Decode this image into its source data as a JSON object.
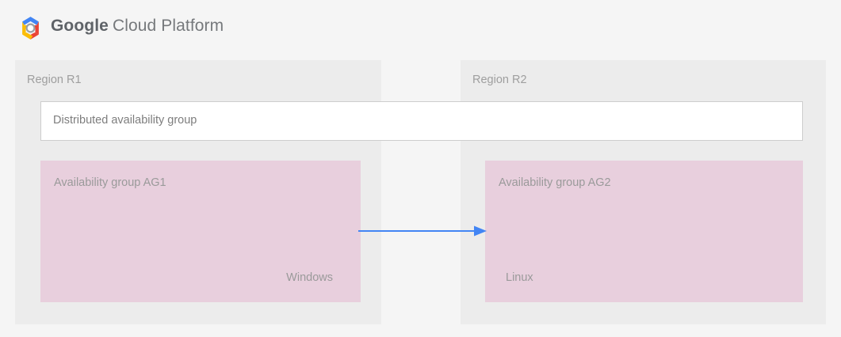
{
  "header": {
    "logo_icon": "google-cloud-platform-hexagon-logo",
    "brand_primary": "Google",
    "brand_secondary": "Cloud Platform",
    "brand_primary_color": "#5f6368",
    "brand_secondary_color": "#76797c",
    "logo_colors": {
      "top": "#4285f4",
      "right": "#ea4335",
      "left": "#fbbc05",
      "bottom_left": "#34a853",
      "center": "#ffffff",
      "center_ring": "#9aa0a6"
    }
  },
  "diagram": {
    "background_color": "#f5f5f5",
    "regions": [
      {
        "id": "r1",
        "label": "Region R1",
        "background_color": "#ececec",
        "availability_group": {
          "title": "Availability group AG1",
          "os_label": "Windows",
          "background_color": "#e8cfdd",
          "text_color": "#9a9a9a"
        }
      },
      {
        "id": "r2",
        "label": "Region R2",
        "background_color": "#ececec",
        "availability_group": {
          "title": "Availability group AG2",
          "os_label": "Linux",
          "background_color": "#e8cfdd",
          "text_color": "#9a9a9a"
        }
      }
    ],
    "distributed_group": {
      "label": "Distributed availability group",
      "background_color": "#ffffff",
      "border_color": "#cdcdcd",
      "text_color": "#7d7d7d"
    },
    "connector": {
      "icon": "right-arrow-icon",
      "direction": "left-to-right",
      "from": "Availability group AG1",
      "to": "Availability group AG2",
      "color": "#4285f4"
    }
  }
}
